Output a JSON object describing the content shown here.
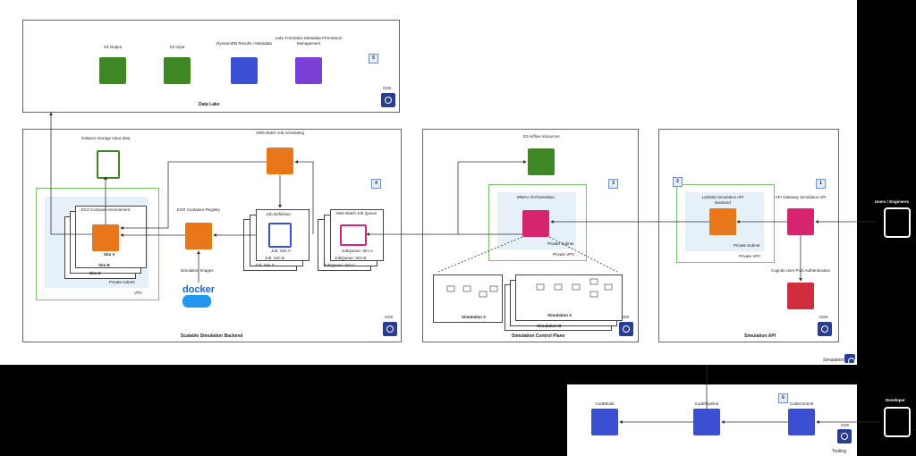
{
  "tooling_label": "Tooling",
  "simulation_label": "Simulation",
  "data_lake": {
    "title": "Data Lake",
    "number": "5",
    "items": [
      {
        "label": "Lake Formation Metadata Permission Management",
        "color": "purple"
      },
      {
        "label": "DynamoDB Results / Metadata",
        "color": "blue"
      },
      {
        "label": "S3 Input",
        "color": "green"
      },
      {
        "label": "S3 Output",
        "color": "green"
      }
    ]
  },
  "backend": {
    "title": "Scalable Simulation Backend",
    "number": "4",
    "instance_storage": "Instance storage Input data",
    "batch_scheduling": "AWS Batch Job scheduling",
    "ecr": "ECR Container Registry",
    "ec2": "EC2 Compute environment",
    "sims": [
      "Sim A",
      "Sim B",
      "Sim C"
    ],
    "job_defs": [
      "Job Definition",
      "Job: Sim A",
      "Job: Sim B",
      "Job: Sim C"
    ],
    "job_queues": [
      "AWS Batch Job Queue",
      "JobQueue: Sim A",
      "JobQueue: Sim B",
      "JobQueue: Sim C"
    ],
    "docker_word": "docker",
    "docker_label": "Simulation Images",
    "vpc": "VPC",
    "private_subnet": "Private subnet"
  },
  "control_plane": {
    "title": "Simulation Control Plane",
    "number": "3",
    "s3": "S3 Airflow resources",
    "mwaa": "MWAA Orchestration",
    "private_vpc": "Private VPC",
    "private_subnet": "Private Subnet",
    "sim_a": "Simulation A",
    "sim_b": "Simulation B",
    "sim_c": "Simulation C"
  },
  "api": {
    "title": "Simulation API",
    "number1": "1",
    "number2": "2",
    "api_gateway": "API Gateway Simulation API",
    "lambda": "Lambda Simulation API Backend",
    "cognito": "Cognito User Pool Authentication",
    "private_vpc": "Private VPC",
    "private_subnet": "Private Subnet"
  },
  "tooling": {
    "number": "6",
    "codecommit": "CodeCommit",
    "codepipeline": "CodePipeline",
    "codebuild": "CodeBuild"
  },
  "users": {
    "top": "Users / Engineers",
    "bottom": "Developer"
  },
  "cdk": "CDK"
}
